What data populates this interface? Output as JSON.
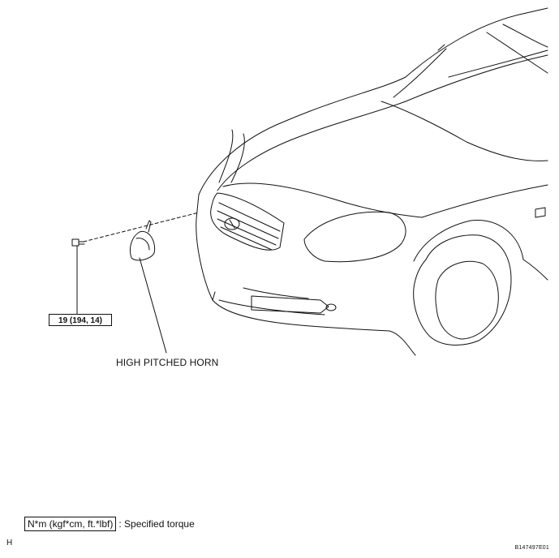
{
  "torque_spec": "19 (194, 14)",
  "part_label": "HIGH PITCHED HORN",
  "legend": {
    "units": "N*m (kgf*cm, ft.*lbf)",
    "description": ": Specified torque"
  },
  "corner_letter": "H",
  "figure_code": "B147497E01"
}
